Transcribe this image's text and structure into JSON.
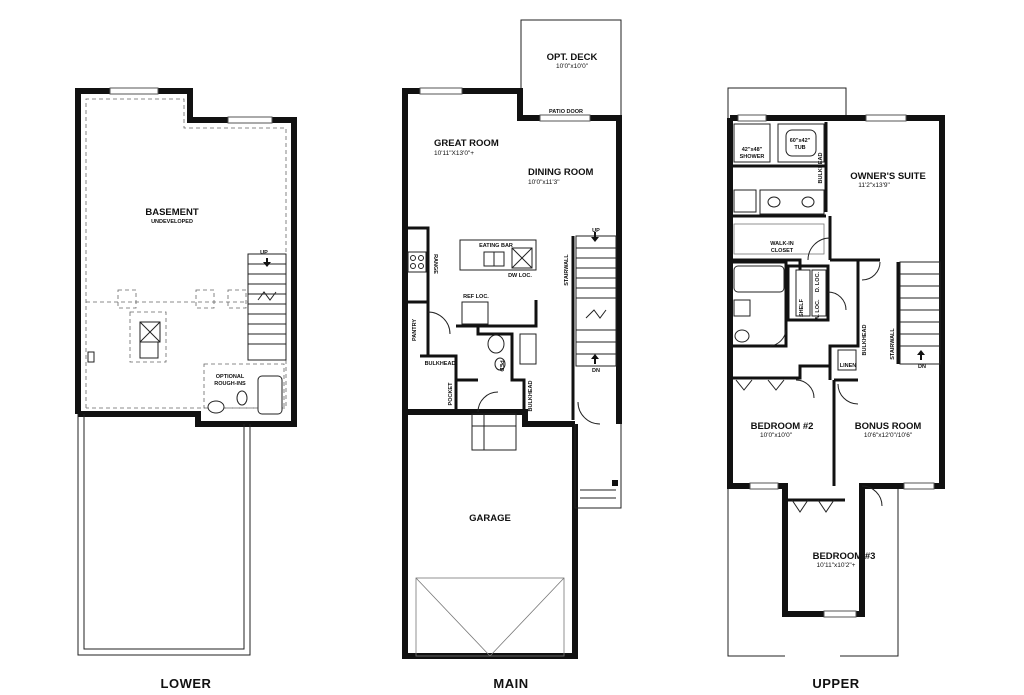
{
  "levels": {
    "lower": "LOWER",
    "main": "MAIN",
    "upper": "UPPER"
  },
  "lower": {
    "basement": "BASEMENT",
    "basement_note": "UNDEVELOPED",
    "up": "UP",
    "optional": "OPTIONAL",
    "rough_ins": "ROUGH-INS"
  },
  "main": {
    "opt_deck": "OPT. DECK",
    "opt_deck_dim": "10'0\"x10'0\"",
    "patio_door": "PATIO DOOR",
    "great_room": "GREAT ROOM",
    "great_room_dim": "10'11\"X13'0\"+",
    "dining_room": "DINING ROOM",
    "dining_room_dim": "10'0\"x11'3\"",
    "eating_bar": "EATING BAR",
    "range": "RANGE",
    "dw_loc": "DW LOC.",
    "ref_loc": "REF LOC.",
    "pantry": "PANTRY",
    "bulkhead_a": "BULKHEAD",
    "pocket": "POCKET",
    "ped": "PED",
    "bulkhead_b": "BULKHEAD",
    "stairwall": "STAIRWALL",
    "up": "UP",
    "dn": "DN",
    "garage": "GARAGE"
  },
  "upper": {
    "shower": "42\"x48\"",
    "shower_label": "SHOWER",
    "tub": "60\"x42\"",
    "tub_label": "TUB",
    "bulkhead_a": "BULKHEAD",
    "owners_suite": "OWNER'S SUITE",
    "owners_suite_dim": "11'2\"x13'9\"",
    "walk_in": "WALK-IN",
    "closet": "CLOSET",
    "shelf": "SHELF",
    "w_loc": "W. LOC.",
    "d_loc": "D. LOC.",
    "bulkhead_b": "BULKHEAD",
    "stairwall": "STAIRWALL",
    "linen": "LINEN",
    "dn": "DN",
    "bedroom2": "BEDROOM #2",
    "bedroom2_dim": "10'0\"x10'0\"",
    "bonus_room": "BONUS ROOM",
    "bonus_room_dim": "10'6\"x12'0\"/10'6\"",
    "bedroom3": "BEDROOM #3",
    "bedroom3_dim": "10'11\"x10'2\"+"
  }
}
